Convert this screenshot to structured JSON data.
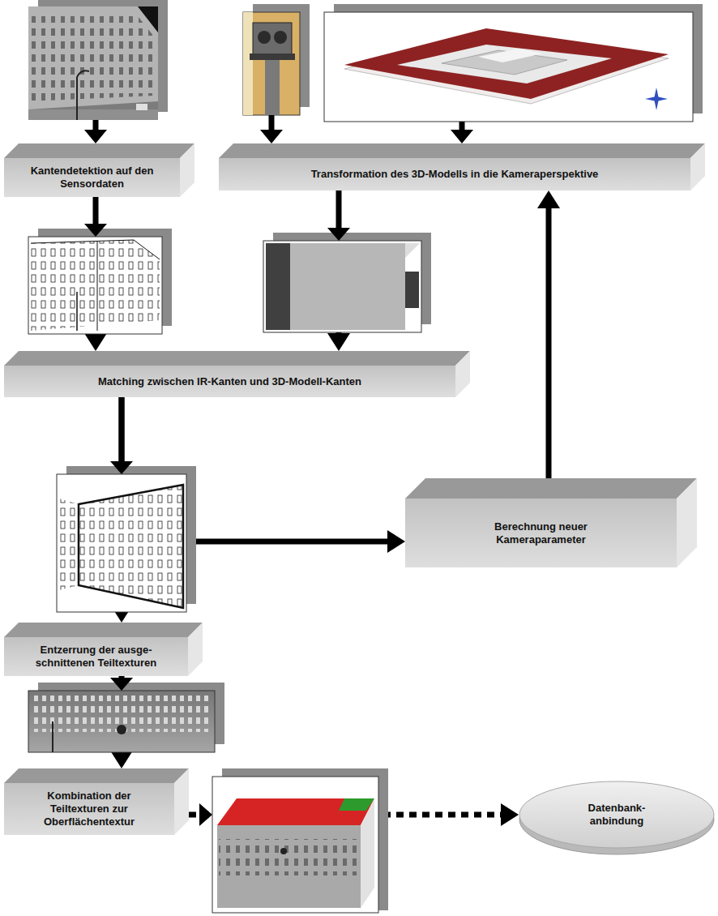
{
  "diagram": {
    "nodes": [
      {
        "text": [
          "Kantendetektion auf den Sensordaten"
        ]
      },
      {
        "text": [
          "Transformation des 3D-Modells in die Kameraperspektive"
        ]
      },
      {
        "text": [
          "Matching zwischen IR-Kanten und 3D-Modell-Kanten"
        ]
      },
      {
        "text": [
          "Berechnung neuer Kameraparameter"
        ]
      },
      {
        "text": [
          "Entzerrung der ausge- schnittenen Teiltexturen"
        ]
      },
      {
        "text": [
          "Kombination der Teiltexturen zur Oberflächentextur"
        ]
      },
      {
        "text": [
          "Datenbank- anbindung"
        ]
      }
    ],
    "edges": [
      {
        "from": 0,
        "to": 2,
        "arrow": "to"
      },
      {
        "from": 1,
        "to": 2,
        "arrow": "to"
      },
      {
        "from": 2,
        "to": 4,
        "arrow": "to"
      },
      {
        "from": 2,
        "to": 3,
        "arrow": "to"
      },
      {
        "from": 3,
        "to": 1,
        "arrow": "to"
      },
      {
        "from": 4,
        "to": 5,
        "arrow": "to"
      },
      {
        "from": 5,
        "to": 6,
        "arrow": "to"
      }
    ]
  }
}
